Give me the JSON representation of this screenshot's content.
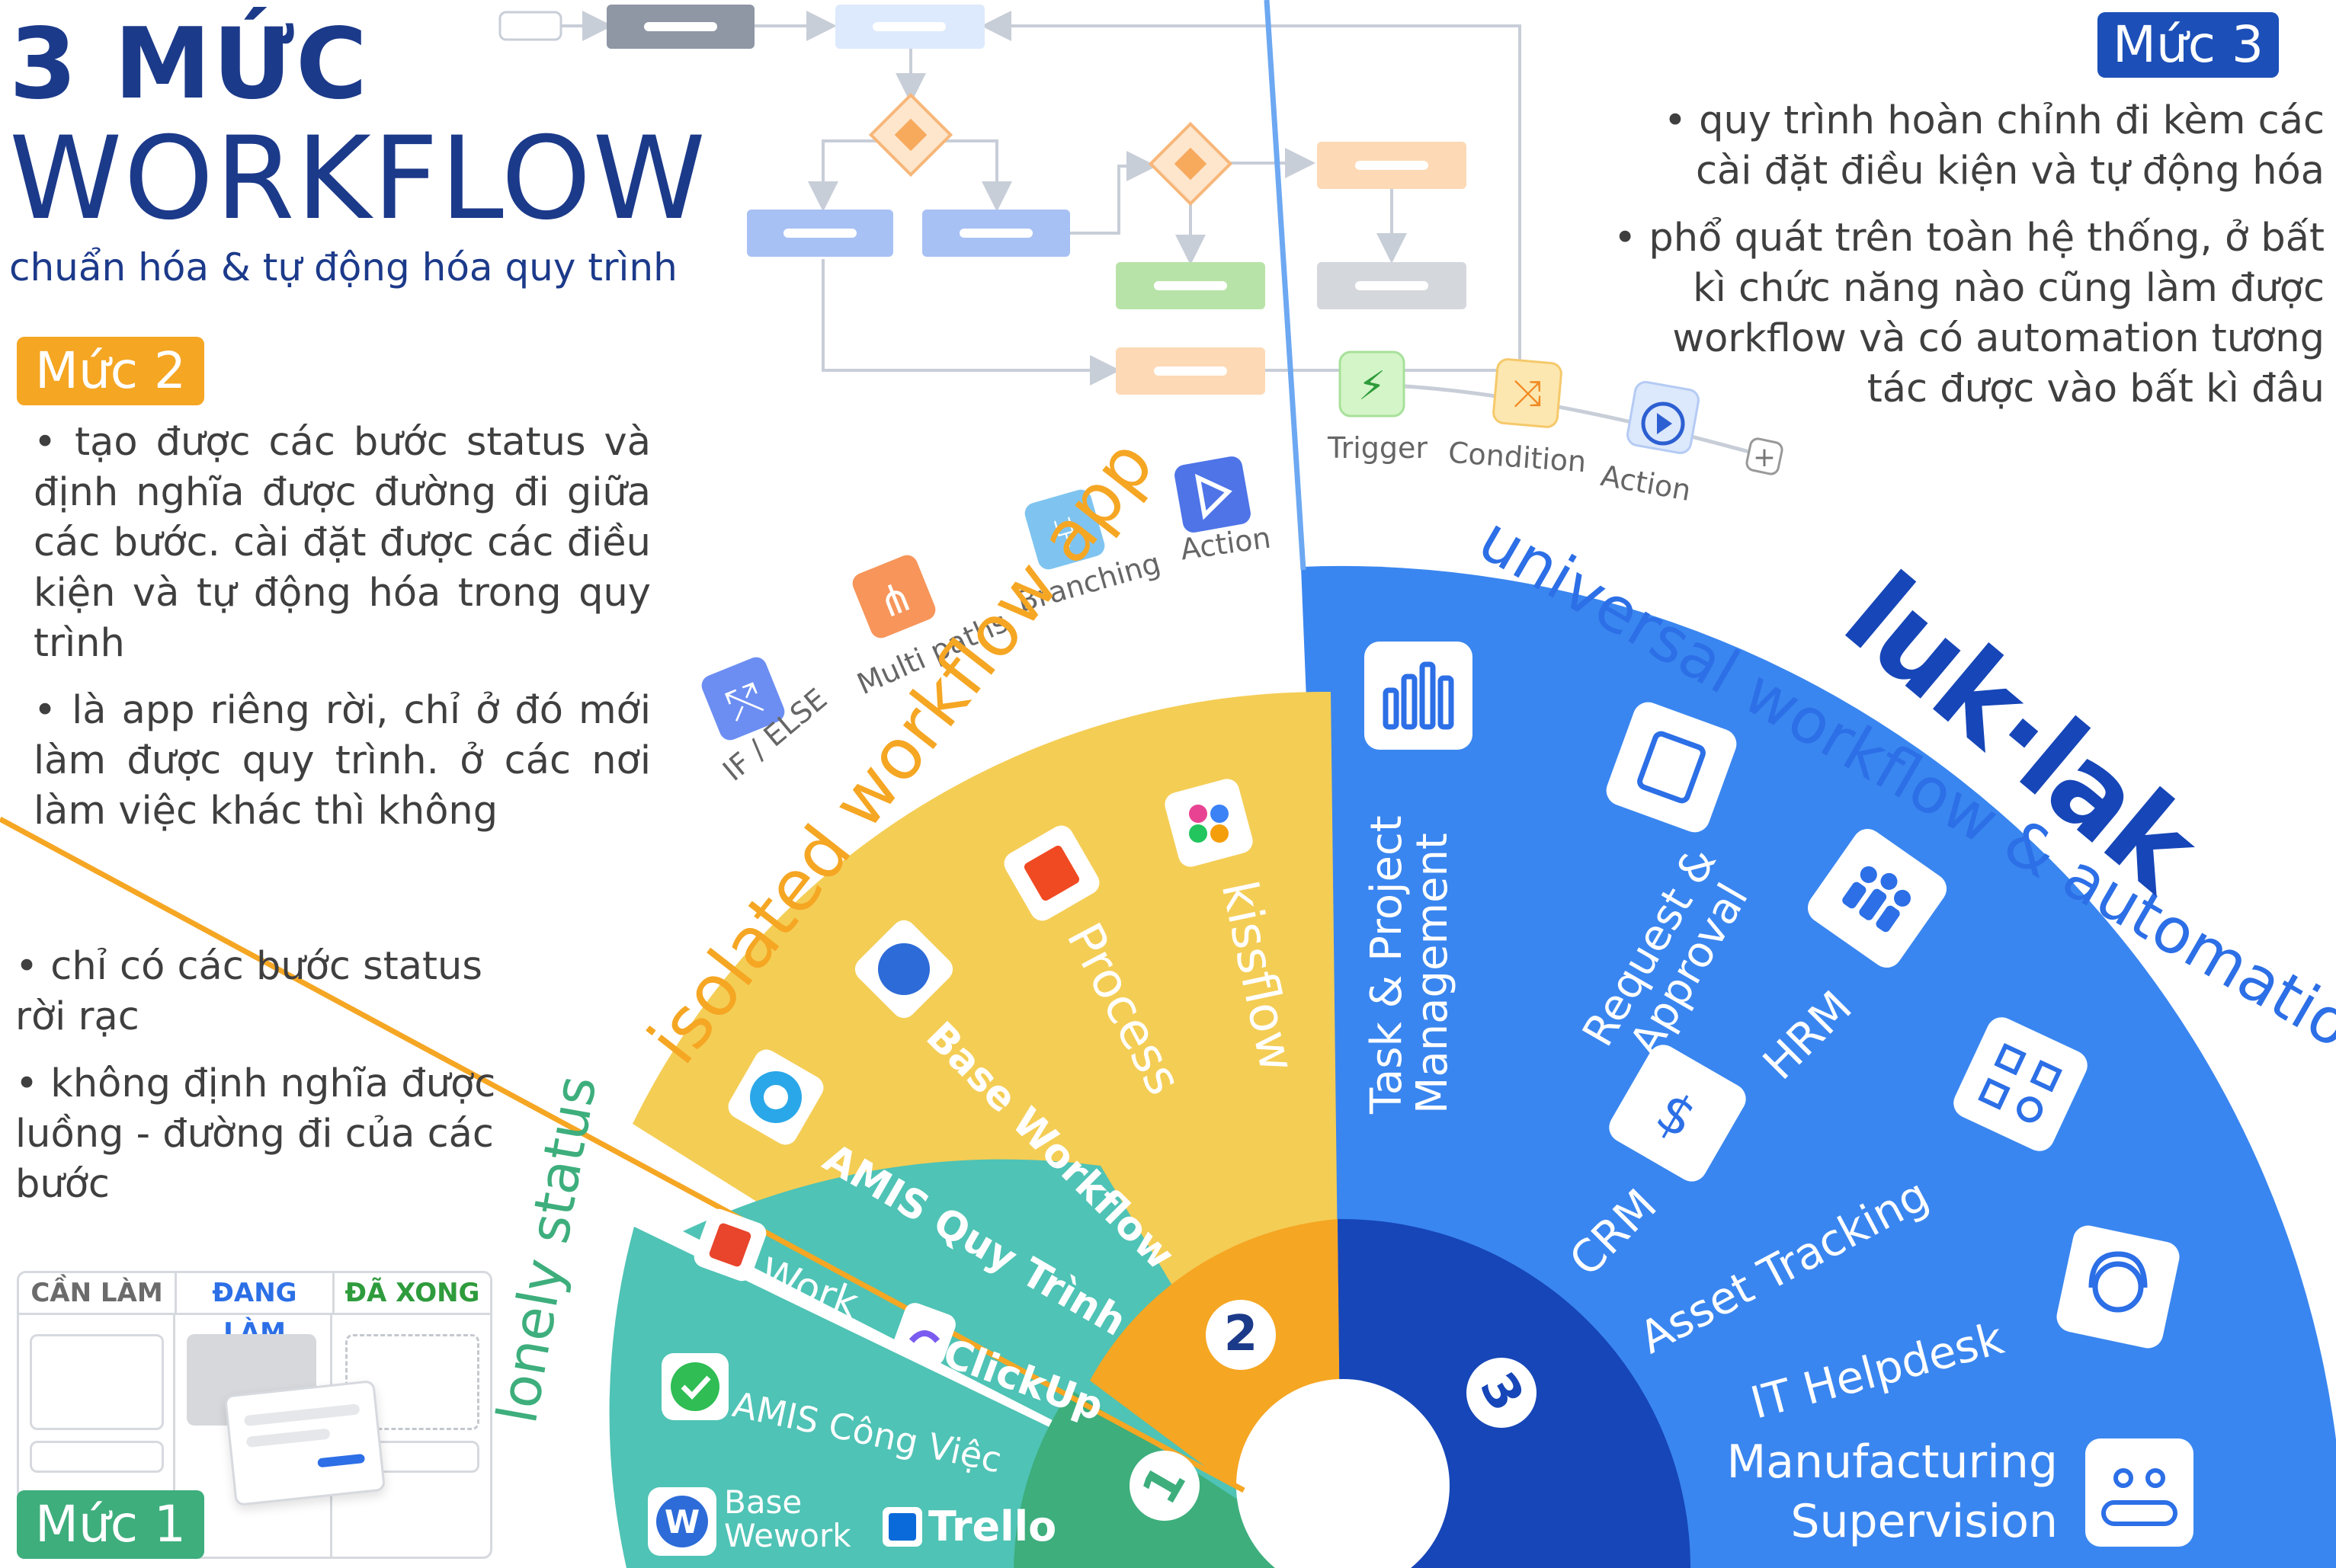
{
  "header": {
    "title_line1": "3 MỨC",
    "title_line2": "WORKFLOW",
    "subtitle": "chuẩn hóa & tự động hóa quy trình"
  },
  "levels": {
    "level1": {
      "badge": "Mức 1",
      "bullets": [
        "• chỉ có các bước status rời rạc",
        "• không định nghĩa được luồng - đường đi của các bước"
      ],
      "ring_label": "lonely status",
      "number": "1",
      "apps": [
        "Work",
        "ClickUp",
        "AMIS Công Việc",
        "Base Wework",
        "Trello"
      ]
    },
    "level2": {
      "badge": "Mức 2",
      "bullets": [
        "• tạo được các bước status và định nghĩa được đường đi giữa các bước. cài đặt được các điều kiện và tự động hóa trong quy trình",
        "• là app riêng rời, chỉ ở đó mới làm được quy trình. ở các nơi làm việc khác thì không"
      ],
      "ring_label": "isolated workflow app",
      "number": "2",
      "apps": [
        "AMIS Quy Trình",
        "Base Workflow",
        "Process",
        "kissflow"
      ],
      "features": [
        "IF / ELSE",
        "Multi paths",
        "Branching",
        "Action"
      ]
    },
    "level3": {
      "badge": "Mức 3",
      "bullets": [
        "• quy trình hoàn chỉnh đi kèm các cài đặt điều kiện và tự động hóa",
        "• phổ quát trên toàn hệ thống, ở bất kì chức năng nào cũng làm được workflow và có automation tương tác được vào bất kì đâu"
      ],
      "ring_label": "universal workflow & automation",
      "brand": "luk·lak",
      "number": "3",
      "modules": [
        "Task & Project Management",
        "Request & Approval",
        "HRM",
        "CRM",
        "Asset Tracking",
        "IT Helpdesk",
        "Manufacturing Supervision"
      ],
      "automation_steps": [
        "Trigger",
        "Condition",
        "Action"
      ]
    }
  },
  "kanban": {
    "columns": [
      "CẦN LÀM",
      "ĐANG LÀM",
      "ĐÃ XONG"
    ]
  },
  "colors": {
    "navy": "#1c3a8a",
    "orange": "#f5a623",
    "yellow": "#f4cd55",
    "teal": "#4fc3b5",
    "green": "#3dae7c",
    "blue": "#3a86f0",
    "dark_blue": "#1646b8"
  }
}
